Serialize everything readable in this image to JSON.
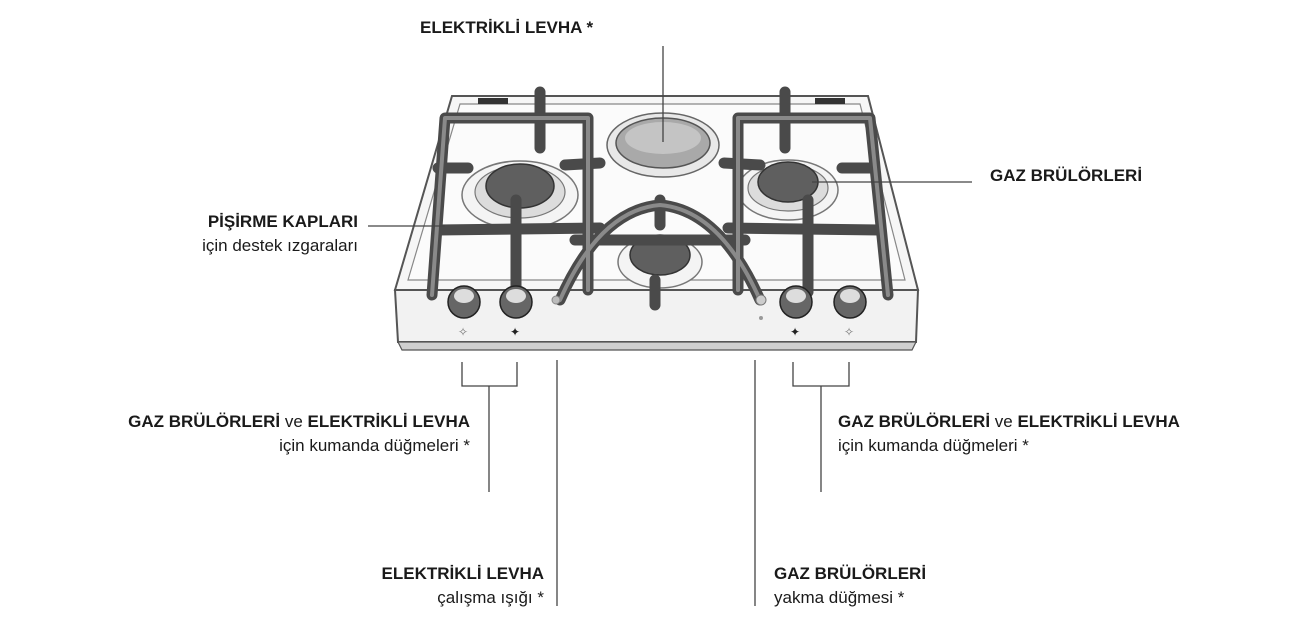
{
  "labels": {
    "electric_plate_top": "ELEKTRİKLİ LEVHA *",
    "gas_burners_right": "GAZ BRÜLÖRLERİ",
    "pan_supports_title": "PİŞİRME KAPLARI",
    "pan_supports_sub": "için destek ızgaraları",
    "knobs_left": {
      "bold1": "GAZ BRÜLÖRLERİ",
      "connector": " ve ",
      "bold2": "ELEKTRİKLİ LEVHA",
      "sub": "için kumanda düğmeleri *"
    },
    "knobs_right": {
      "bold1": "GAZ BRÜLÖRLERİ",
      "connector": " ve ",
      "bold2": "ELEKTRİKLİ LEVHA",
      "sub": "için kumanda düğmeleri *"
    },
    "indicator_light_title": "ELEKTRİKLİ LEVHA",
    "indicator_light_sub": "çalışma ışığı *",
    "ignition_title": "GAZ BRÜLÖRLERİ",
    "ignition_sub": "yakma düğmesi *"
  },
  "colors": {
    "grate": "#6e6e6e",
    "grate_dark": "#4a4a4a",
    "burner_cap": "#5f5f5f",
    "plate": "#a9a9a9",
    "line": "#444444"
  }
}
